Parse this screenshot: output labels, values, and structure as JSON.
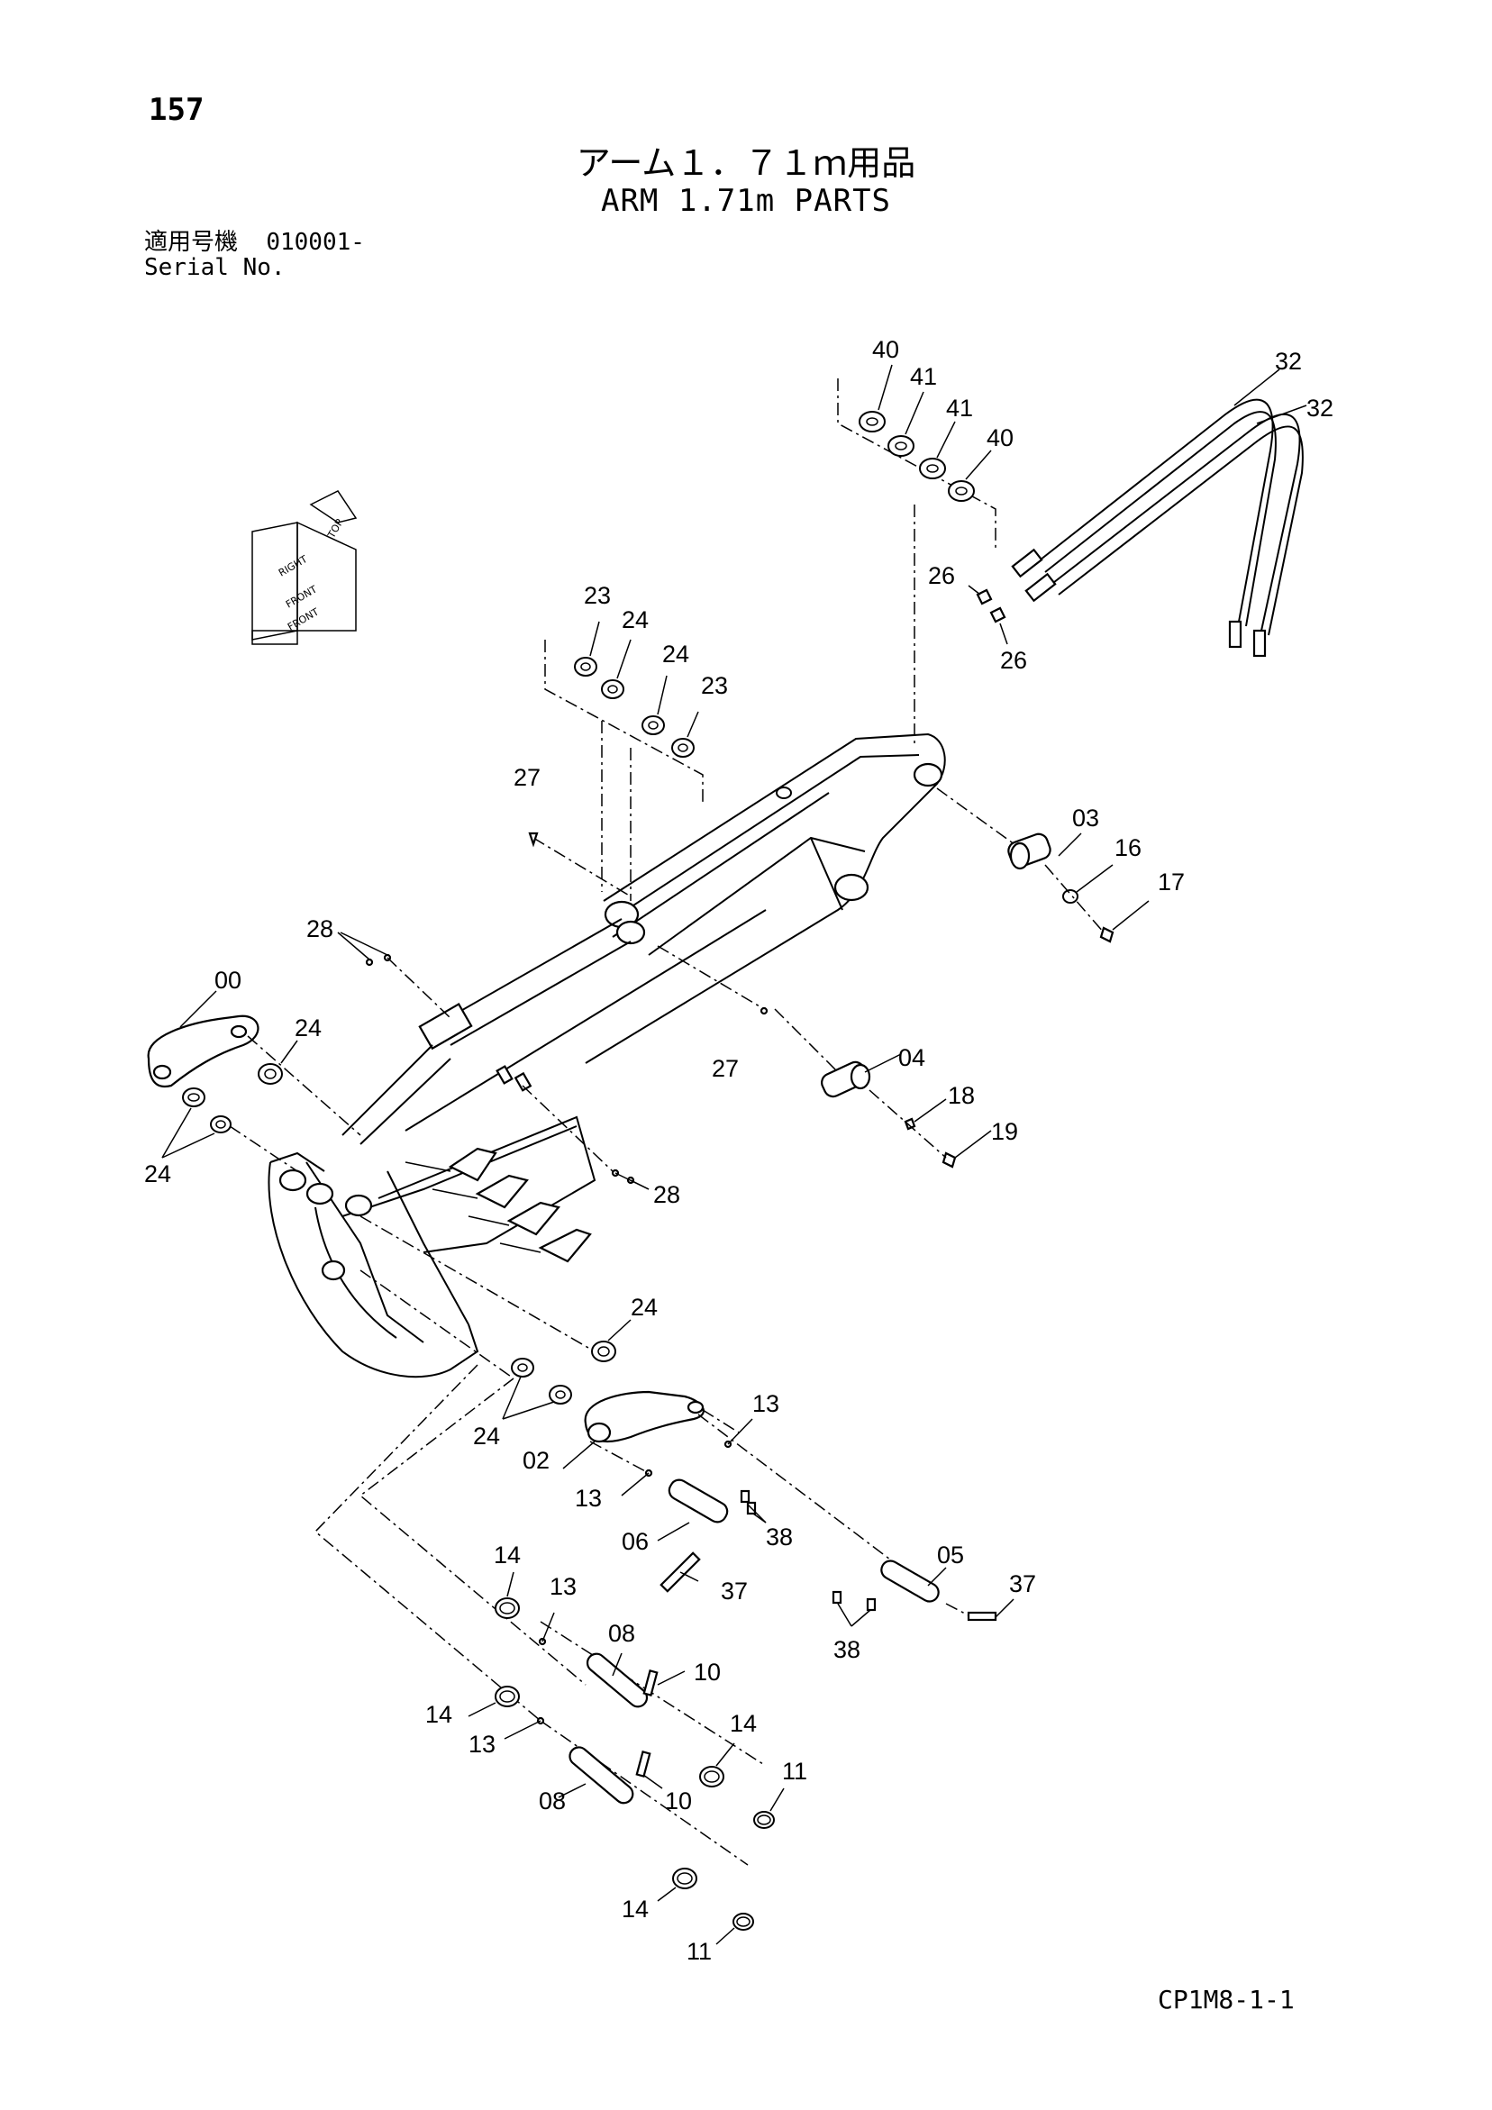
{
  "header": {
    "page_number": "157",
    "title_jp": "アーム１．７１ｍ用品",
    "title_en": "ARM 1.71m PARTS",
    "serial_label_jp": "適用号機",
    "serial_value": "010001-",
    "serial_label_en": "Serial No."
  },
  "compass": {
    "labels": [
      "TOP",
      "RIGHT",
      "FRONT",
      "FRONT"
    ]
  },
  "callouts": {
    "c40a": "40",
    "c41a": "41",
    "c41b": "41",
    "c40b": "40",
    "c32a": "32",
    "c32b": "32",
    "c26a": "26",
    "c26b": "26",
    "c23a": "23",
    "c24a": "24",
    "c24b": "24",
    "c23b": "23",
    "c27a": "27",
    "c27b": "27",
    "c03": "03",
    "c16": "16",
    "c17": "17",
    "c28a": "28",
    "c28b": "28",
    "c00": "00",
    "c24c": "24",
    "c24d": "24",
    "c04": "04",
    "c18": "18",
    "c19": "19",
    "c24e": "24",
    "c24f": "24",
    "c13a": "13",
    "c02": "02",
    "c13b": "13",
    "c06": "06",
    "c38a": "38",
    "c37a": "37",
    "c05": "05",
    "c37b": "37",
    "c38b": "38",
    "c14a": "14",
    "c13c": "13",
    "c08a": "08",
    "c10a": "10",
    "c14b": "14",
    "c13d": "13",
    "c14c": "14",
    "c11a": "11",
    "c08b": "08",
    "c10b": "10",
    "c14d": "14",
    "c11b": "11"
  },
  "footer": {
    "doc_code": "CP1M8-1-1"
  }
}
